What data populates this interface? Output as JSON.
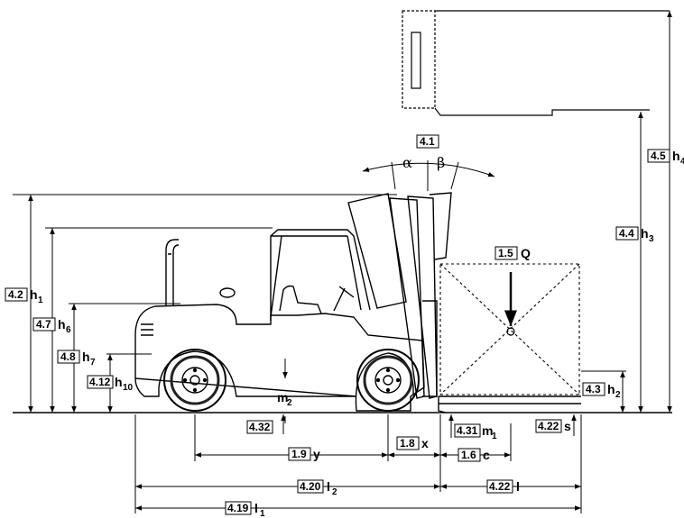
{
  "labels": {
    "tilt": {
      "ref": "4.1",
      "sym": "",
      "sub": ""
    },
    "alpha": "α",
    "beta": "β",
    "load": {
      "ref": "1.5",
      "sym": "Q",
      "sub": ""
    },
    "h4": {
      "ref": "4.5",
      "sym": "h",
      "sub": "4"
    },
    "h3": {
      "ref": "4.4",
      "sym": "h",
      "sub": "3"
    },
    "h1": {
      "ref": "4.2",
      "sym": "h",
      "sub": "1"
    },
    "h6": {
      "ref": "4.7",
      "sym": "h",
      "sub": "6"
    },
    "h7": {
      "ref": "4.8",
      "sym": "h",
      "sub": "7"
    },
    "h10": {
      "ref": "4.12",
      "sym": "h",
      "sub": "10"
    },
    "h2": {
      "ref": "4.3",
      "sym": "h",
      "sub": "2"
    },
    "m2": {
      "ref": "",
      "sym": "m",
      "sub": "2"
    },
    "m2ref": {
      "ref": "4.32",
      "sym": "",
      "sub": ""
    },
    "m1": {
      "ref": "4.31",
      "sym": "m",
      "sub": "1"
    },
    "s": {
      "ref": "4.22",
      "sym": "s",
      "sub": ""
    },
    "y": {
      "ref": "1.9",
      "sym": "y",
      "sub": ""
    },
    "x": {
      "ref": "1.8",
      "sym": "x",
      "sub": ""
    },
    "c": {
      "ref": "1.6",
      "sym": "c",
      "sub": ""
    },
    "l2": {
      "ref": "4.20",
      "sym": "l",
      "sub": "2"
    },
    "l": {
      "ref": "4.22",
      "sym": "l",
      "sub": ""
    },
    "l1": {
      "ref": "4.19",
      "sym": "l",
      "sub": "1"
    }
  }
}
